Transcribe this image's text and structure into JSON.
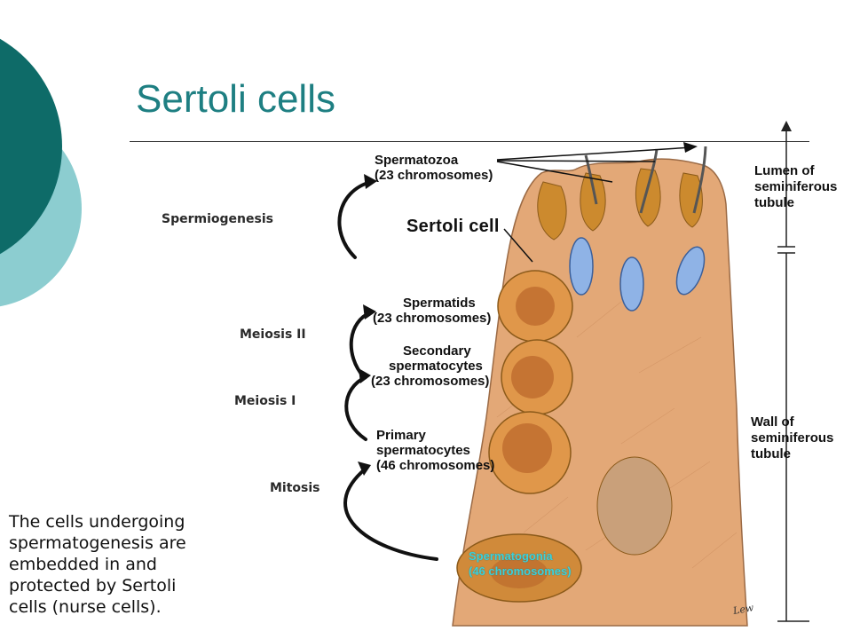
{
  "slide": {
    "title": "Sertoli cells"
  },
  "diagram": {
    "processes": {
      "spermiogenesis": "Spermiogenesis",
      "meiosis_ii": "Meiosis II",
      "meiosis_i": "Meiosis I",
      "mitosis": "Mitosis"
    },
    "stages": {
      "spermatozoa": [
        "Spermatozoa",
        "(23 chromosomes)"
      ],
      "spermatids": [
        "Spermatids",
        "(23 chromosomes)"
      ],
      "secondary": [
        "Secondary",
        "spermatocytes",
        "(23 chromosomes)"
      ],
      "primary": [
        "Primary",
        "spermatocytes",
        "(46 chromosomes)"
      ],
      "spermatogonia": [
        "Spermatogonia",
        "(46 chromosomes)"
      ]
    },
    "sertoli_label": "Sertoli cell",
    "lumen_label": [
      "Lumen of",
      "seminiferous",
      "tubule"
    ],
    "wall_label": [
      "Wall of",
      "seminiferous",
      "tubule"
    ],
    "signature": "Lew"
  },
  "note": {
    "lines": [
      "The cells undergoing",
      "spermatogenesis are",
      "embedded in  and",
      "protected by Sertoli",
      "cells (nurse cells)."
    ]
  },
  "colors": {
    "title": "#1e7f82",
    "accent_dark": "#0e6b68",
    "accent_light": "#8ccdd0",
    "cell_tissue": "#e3a877",
    "nucleus": "#d08a3a",
    "sperm_head": "#8fb3e6"
  }
}
